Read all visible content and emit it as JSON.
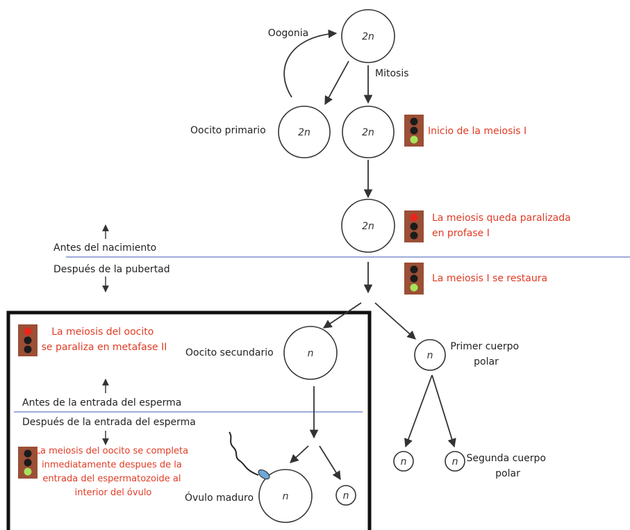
{
  "labels": {
    "oogonia": "Oogonia",
    "mitosis": "Mitosis",
    "oocito_primario": "Oocito primario",
    "antes_nacimiento": "Antes del nacimiento",
    "despues_pubertad": "Después de la pubertad",
    "oocito_secundario": "Oocito secundario",
    "primer_cuerpo_polar": [
      "Primer cuerpo",
      "polar"
    ],
    "antes_esperma": "Antes de la entrada del esperma",
    "despues_esperma": "Después de la entrada del esperma",
    "ovulo_maduro": "Óvulo maduro",
    "segunda_cuerpo_polar": [
      "Segunda cuerpo",
      "polar"
    ]
  },
  "cells": {
    "oogonia": "2n",
    "oocito_primario_a": "2n",
    "oocito_primario_b": "2n",
    "oocito_arrested": "2n",
    "oocito_secundario": "n",
    "primer_cuerpo": "n",
    "segunda_cuerpo_a": "n",
    "segunda_cuerpo_b": "n",
    "ovulo": "n",
    "polar_small": "n"
  },
  "notes": {
    "inicio_meiosis": [
      "Inicio de la meiosis I"
    ],
    "paralizada_profase": [
      "La meiosis queda paralizada",
      "en profase I"
    ],
    "se_restaura": [
      "La meiosis I se restaura"
    ],
    "metafase": [
      "La meiosis del oocito",
      "se paraliza en metafase II"
    ],
    "completa": [
      "La meiosis del oocito se completa",
      "inmediatamente despues de la",
      "entrada del espermatozoide al",
      "interior del óvulo"
    ]
  },
  "traffic_lights": {
    "inicio_meiosis": "green",
    "paralizada_profase": "red",
    "se_restaura": "green",
    "metafase": "red",
    "completa": "green"
  },
  "colors": {
    "note_text": "#e03b24",
    "divider": "#8e9fd4",
    "light_box": "#9b4f35",
    "light_red": "#e8261d",
    "light_green": "#a6e35a",
    "light_off": "#1c1c1c"
  }
}
